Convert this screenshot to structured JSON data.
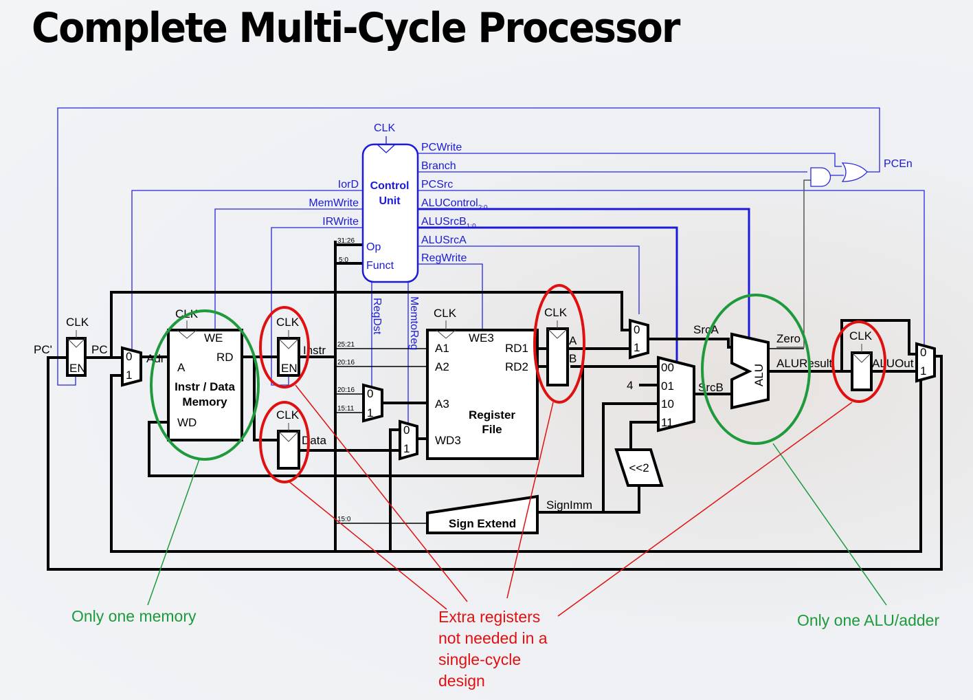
{
  "title": "Complete Multi-Cycle Processor",
  "control_unit": {
    "label_line1": "Control",
    "label_line2": "Unit",
    "clk": "CLK",
    "inputs": {
      "op": "Op",
      "funct": "Funct",
      "op_bits": "31:26",
      "funct_bits": "5:0"
    },
    "left_outputs": [
      "IorD",
      "MemWrite",
      "IRWrite"
    ],
    "right_outputs": [
      {
        "name": "PCWrite",
        "sub": ""
      },
      {
        "name": "Branch",
        "sub": ""
      },
      {
        "name": "PCSrc",
        "sub": ""
      },
      {
        "name": "ALUControl",
        "sub": "2:0"
      },
      {
        "name": "ALUSrcB",
        "sub": "1:0"
      },
      {
        "name": "ALUSrcA",
        "sub": ""
      },
      {
        "name": "RegWrite",
        "sub": ""
      }
    ],
    "bottom_outputs": [
      "RegDst",
      "MemtoReg"
    ]
  },
  "pc_enable": "PCEn",
  "pc_register": {
    "clk": "CLK",
    "en": "EN",
    "in": "PC'",
    "out": "PC"
  },
  "adr_mux": {
    "in0": "0",
    "in1": "1",
    "out": "Adr"
  },
  "memory": {
    "clk": "CLK",
    "we": "WE",
    "a": "A",
    "rd": "RD",
    "wd": "WD",
    "label_line1": "Instr / Data",
    "label_line2": "Memory"
  },
  "instr_register": {
    "clk": "CLK",
    "en": "EN",
    "out": "Instr"
  },
  "data_register": {
    "clk": "CLK",
    "out": "Data"
  },
  "bit_fields": {
    "rs": "25:21",
    "rt": "20:16",
    "rt2": "20:16",
    "rd": "15:11",
    "imm": "15:0"
  },
  "regdst_mux": {
    "in0": "0",
    "in1": "1"
  },
  "memtoreg_mux": {
    "in0": "0",
    "in1": "1"
  },
  "register_file": {
    "clk": "CLK",
    "we3": "WE3",
    "a1": "A1",
    "a2": "A2",
    "a3": "A3",
    "wd3": "WD3",
    "rd1": "RD1",
    "rd2": "RD2",
    "label_line1": "Register",
    "label_line2": "File"
  },
  "ab_register": {
    "clk": "CLK",
    "a": "A",
    "b": "B"
  },
  "srca_mux": {
    "in0": "0",
    "in1": "1",
    "out": "SrcA"
  },
  "srcb_mux": {
    "in00": "00",
    "in01": "01",
    "in10": "10",
    "in11": "11",
    "const4": "4",
    "out": "SrcB"
  },
  "shift": "<<2",
  "sign_extend": {
    "label": "Sign Extend",
    "out": "SignImm"
  },
  "alu": {
    "label": "ALU",
    "zero": "Zero",
    "result": "ALUResult"
  },
  "aluout_register": {
    "clk": "CLK",
    "out": "ALUOut"
  },
  "pcsrc_mux": {
    "in0": "0",
    "in1": "1"
  },
  "annotations": {
    "memory_note": "Only one memory",
    "alu_note": "Only one ALU/adder",
    "registers_note": [
      "Extra registers",
      "not needed in a",
      "single-cycle",
      "design"
    ]
  },
  "colors": {
    "control": "#1a1ad8",
    "wire": "#000000",
    "red_note": "#e01010",
    "green_note": "#1e9a3c"
  }
}
